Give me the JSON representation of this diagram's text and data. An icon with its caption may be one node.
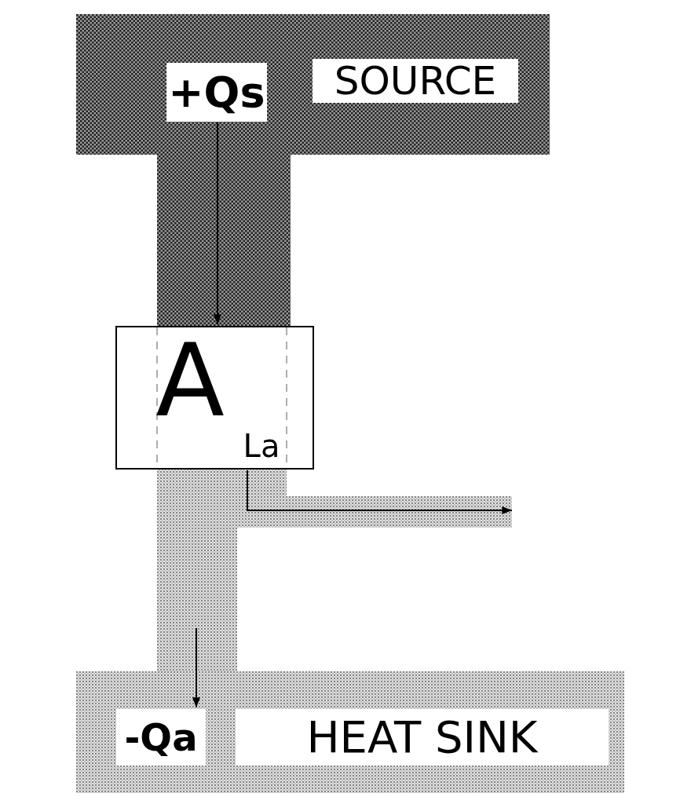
{
  "diagram": {
    "nodes": [
      {
        "text": [
          "SOURCE"
        ]
      },
      {
        "text": [
          "+Qs"
        ],
        "in": 0
      },
      {
        "text": [
          "A",
          "La"
        ]
      },
      {
        "text": [
          "HEAT SINK"
        ]
      },
      {
        "text": [
          "-Qa"
        ],
        "in": 3
      }
    ],
    "edges": [
      {
        "from": 1,
        "to": 2,
        "arrow": "to"
      },
      {
        "from": 2,
        "to": null,
        "arrow": "to"
      },
      {
        "from": null,
        "to": 4,
        "arrow": "to"
      }
    ]
  }
}
